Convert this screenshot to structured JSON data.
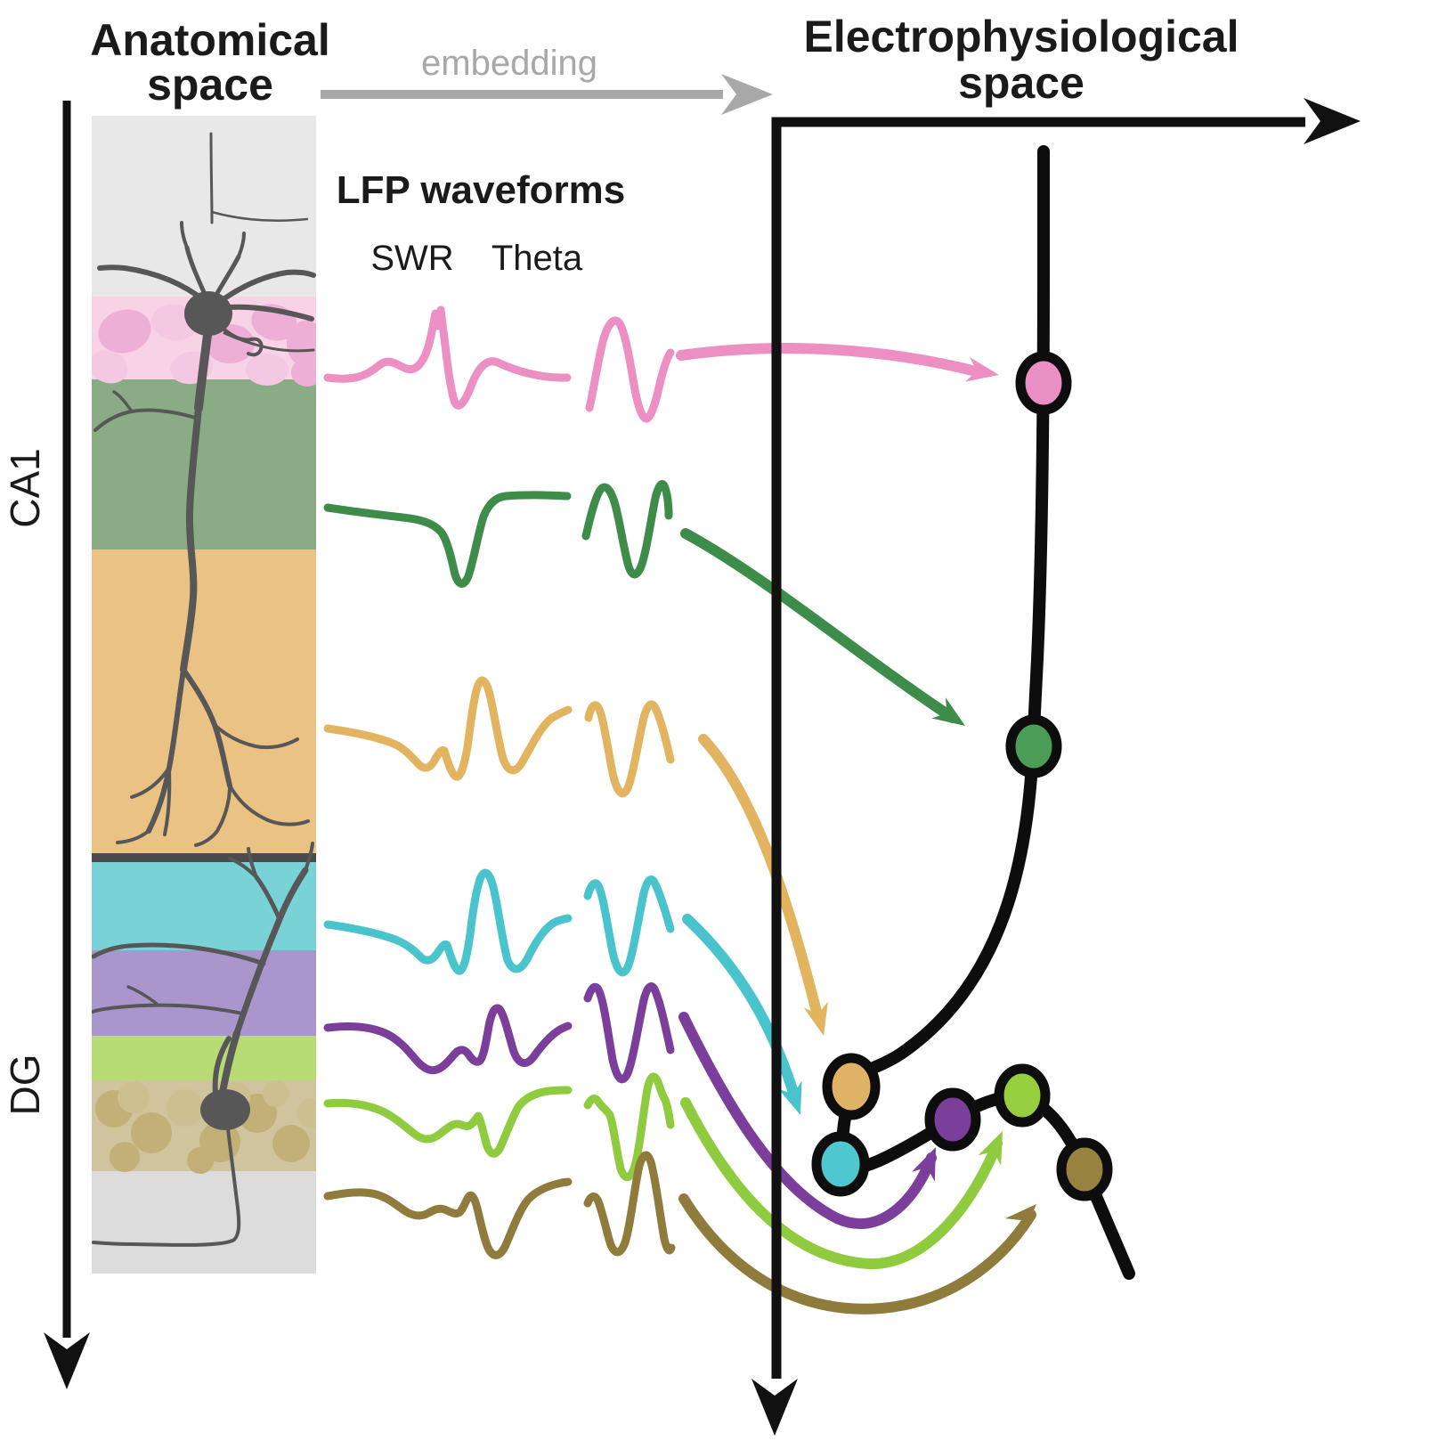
{
  "titles": {
    "anatomical_line1": "Anatomical",
    "anatomical_line2": "space",
    "electro_line1": "Electrophysiological",
    "electro_line2": "space",
    "embedding": "embedding",
    "lfp": "LFP waveforms",
    "swr": "SWR",
    "theta": "Theta"
  },
  "region_labels": {
    "ca1": "CA1",
    "dg": "DG"
  },
  "colors": {
    "background": "#ffffff",
    "axis": "#111111",
    "trajectory": "#0d0d0d",
    "neuron": "#575757",
    "embedding_arrow": "#a8a8a8",
    "layer_separator": "#4b4b4b",
    "pink_cell": "#eeafd6",
    "pink_cell_light": "#f4c7e3",
    "granule_cell": "#c2b077",
    "granule_cell_light": "#cdbf8f"
  },
  "layers": [
    {
      "name": "stratum-top-gray",
      "color": "#e8e8e8"
    },
    {
      "name": "pyramidal-pink",
      "color": "#f8d2e5"
    },
    {
      "name": "radiatum-green",
      "color": "#8aac85"
    },
    {
      "name": "lacunosum-tan",
      "color": "#e9c284"
    },
    {
      "name": "molecular-cyan",
      "color": "#79d2d6"
    },
    {
      "name": "molecular-purple",
      "color": "#aa96cc"
    },
    {
      "name": "molecular-lime",
      "color": "#b7dc73"
    },
    {
      "name": "granule-khaki",
      "color": "#d0c49f"
    },
    {
      "name": "hilus-bottom-gray",
      "color": "#dcdcdc"
    }
  ],
  "channels": [
    {
      "name": "pink",
      "color": "#ec8fc3",
      "node_color": "#e98fc4"
    },
    {
      "name": "green",
      "color": "#3d8c49",
      "node_color": "#4a9c56"
    },
    {
      "name": "tan",
      "color": "#e2b45f",
      "node_color": "#e0b266"
    },
    {
      "name": "cyan",
      "color": "#49c4cc",
      "node_color": "#4fc7cf"
    },
    {
      "name": "purple",
      "color": "#7b3e9a",
      "node_color": "#7b3f9b"
    },
    {
      "name": "lime",
      "color": "#8ecb3e",
      "node_color": "#95ce3e"
    },
    {
      "name": "olive",
      "color": "#8f7c3c",
      "node_color": "#97823f"
    }
  ]
}
